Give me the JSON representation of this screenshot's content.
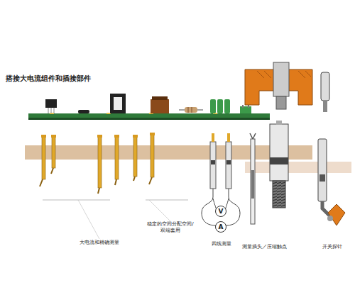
{
  "diagram": {
    "title": "搭接大电流组件和插接部件",
    "nodes": [
      {
        "text": [
          "V"
        ]
      },
      {
        "text": [
          "A"
        ]
      }
    ],
    "labels": [
      "大电流和精确测量",
      "稳定的空间分配空间/双端套用",
      "四线测量",
      "测量插头／压缩触点",
      "开关探针"
    ]
  }
}
